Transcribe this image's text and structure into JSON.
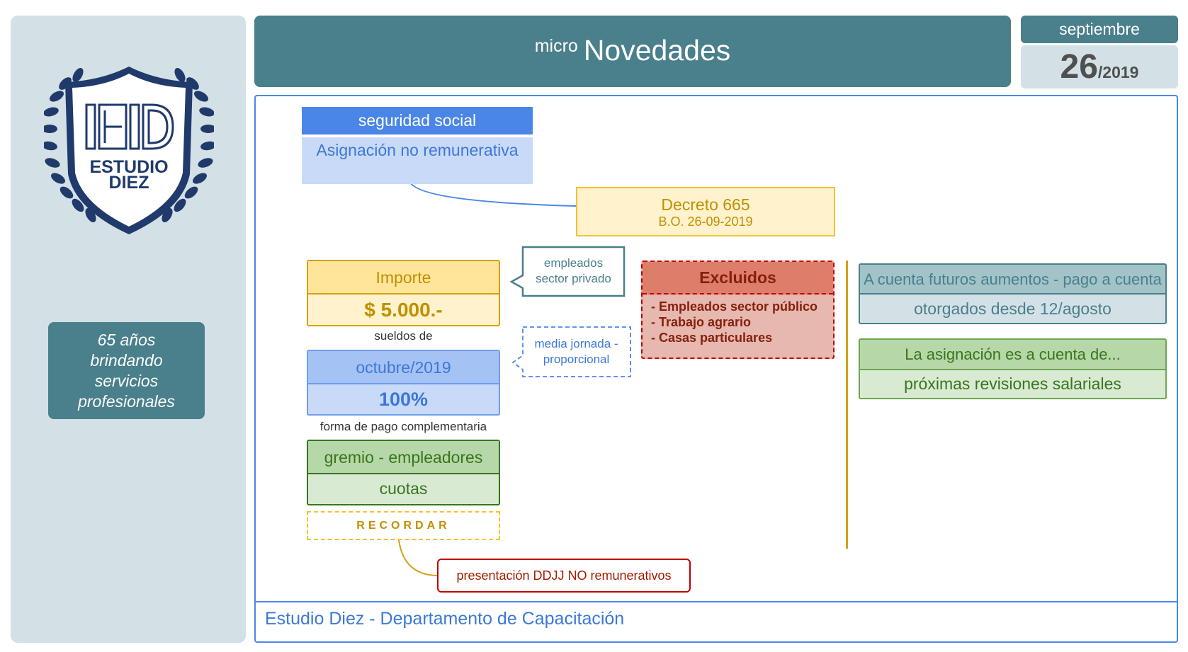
{
  "sidebar": {
    "logo": {
      "line1": "ESTUDIO",
      "line2": "DIEZ",
      "monogram": "IED"
    },
    "tagline": [
      "65 años",
      "brindando",
      "servicios",
      "profesionales"
    ]
  },
  "header": {
    "prefix": "micro",
    "title": "Novedades"
  },
  "date": {
    "month": "septiembre",
    "day": "26",
    "year": "/2019"
  },
  "diagram": {
    "seguridad_social": {
      "title": "seguridad social",
      "body": "Asignación no remunerativa"
    },
    "decreto": {
      "title": "Decreto 665",
      "subtitle": "B.O. 26-09-2019"
    },
    "importe": {
      "title": "Importe",
      "value": "$ 5.000.-",
      "caption": "sueldos de"
    },
    "octubre": {
      "title": "octubre/2019",
      "value": "100%",
      "caption": "forma de pago complementaria"
    },
    "gremio": {
      "title": "gremio - empleadores",
      "value": "cuotas"
    },
    "recordar": {
      "label": "RECORDAR"
    },
    "presentacion": {
      "label": "presentación DDJJ NO remunerativos"
    },
    "callout_empleados": {
      "line1": "empleados",
      "line2": "sector privado"
    },
    "callout_media": {
      "line1": "media jornada -",
      "line2": "proporcional"
    },
    "excluidos": {
      "title": "Excluidos",
      "items": [
        "- Empleados sector público",
        "- Trabajo agrario",
        "- Casas particulares"
      ]
    },
    "a_cuenta": {
      "title": "A cuenta futuros aumentos - pago a cuenta",
      "value": "otorgados desde 12/agosto"
    },
    "asignacion": {
      "title": "La asignación es a cuenta de...",
      "value": "próximas revisiones salariales"
    }
  },
  "footer": {
    "text": "Estudio Diez - Departamento de Capacitación"
  },
  "colors": {
    "teal": "#4a7f8c",
    "blue": "#4a86e8",
    "gold": "#bf9000",
    "green": "#38761d",
    "red": "#c00000"
  }
}
